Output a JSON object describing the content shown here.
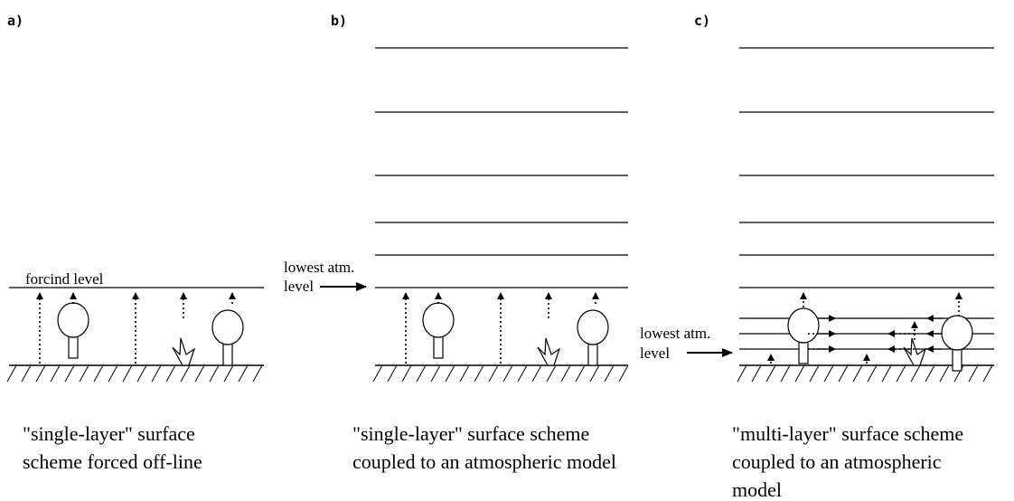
{
  "panels": [
    {
      "letter": "a)",
      "level_label": [
        "forcind level"
      ],
      "caption": [
        "\"single-layer\" surface",
        "scheme forced off-line"
      ]
    },
    {
      "letter": "b)",
      "level_label": [
        "lowest atm.",
        "level"
      ],
      "caption": [
        "\"single-layer\" surface scheme",
        "coupled to an atmospheric model"
      ]
    },
    {
      "letter": "c)",
      "level_label": [
        "lowest atm.",
        "level"
      ],
      "caption": [
        "\"multi-layer\" surface scheme",
        "coupled to an atmospheric",
        "model"
      ]
    }
  ]
}
